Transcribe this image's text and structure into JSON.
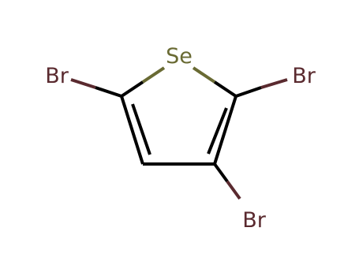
{
  "structure": {
    "atoms": [
      {
        "id": "se1",
        "symbol": "Se",
        "color": "#696a33"
      },
      {
        "id": "c2",
        "symbol": "C",
        "color": "#000000"
      },
      {
        "id": "c3",
        "symbol": "C",
        "color": "#000000"
      },
      {
        "id": "c4",
        "symbol": "C",
        "color": "#000000"
      },
      {
        "id": "c5",
        "symbol": "C",
        "color": "#000000"
      },
      {
        "id": "br_c2",
        "symbol": "Br",
        "color": "#5a2a2f"
      },
      {
        "id": "br_c3",
        "symbol": "Br",
        "color": "#5a2a2f"
      },
      {
        "id": "br_c5",
        "symbol": "Br",
        "color": "#5a2a2f"
      }
    ],
    "bonds": [
      {
        "from": "se1",
        "to": "c2",
        "order": 1
      },
      {
        "from": "c2",
        "to": "c3",
        "order": 2
      },
      {
        "from": "c3",
        "to": "c4",
        "order": 1
      },
      {
        "from": "c4",
        "to": "c5",
        "order": 2
      },
      {
        "from": "c5",
        "to": "se1",
        "order": 1
      },
      {
        "from": "c2",
        "to": "br_c2",
        "order": 1
      },
      {
        "from": "c3",
        "to": "br_c3",
        "order": 1
      },
      {
        "from": "c5",
        "to": "br_c5",
        "order": 1
      }
    ]
  },
  "labels": {
    "se1": "Se",
    "br_c2": "Br",
    "br_c3": "Br",
    "br_c5": "Br"
  }
}
